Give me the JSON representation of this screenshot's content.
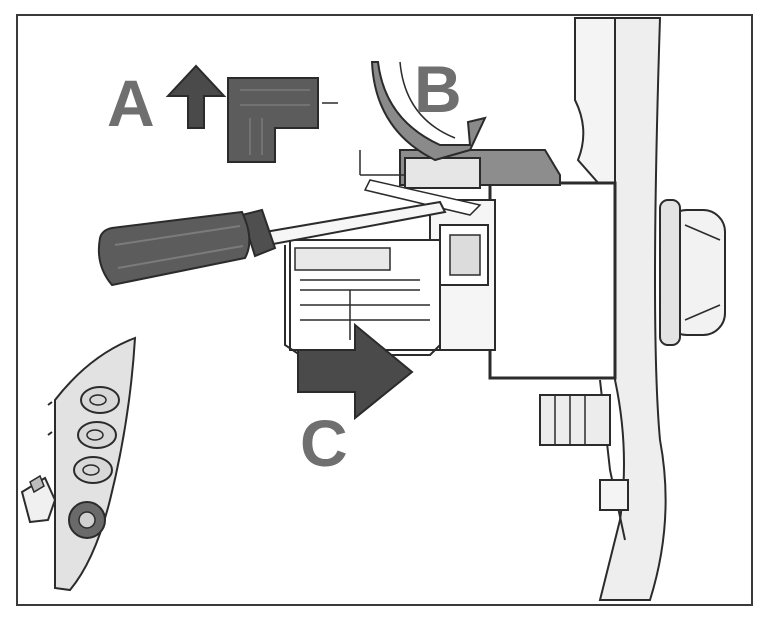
{
  "labels": {
    "a": "A",
    "b": "B",
    "c": "C"
  },
  "icons": {
    "a": "arrow-up-icon",
    "b": "curved-arrow-icon",
    "c": "arrow-right-icon"
  },
  "colors": {
    "frame": "#3a3a3a",
    "ink": "#2b2b2b",
    "fill_dark": "#5c5c5c",
    "fill_mid": "#8d8d8d",
    "fill_light": "#e6e6e6",
    "label": "#6f6f6f"
  }
}
